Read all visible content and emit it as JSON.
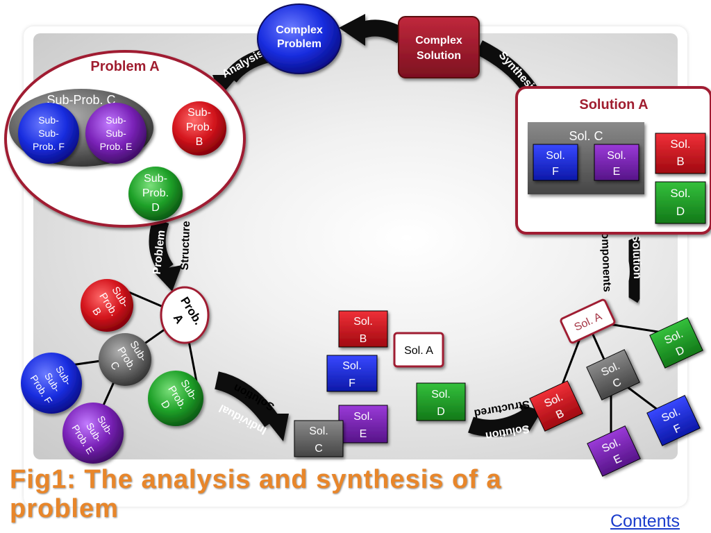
{
  "diagram": {
    "complex_problem": {
      "line1": "Complex",
      "line2": "Problem"
    },
    "complex_solution": {
      "line1": "Complex",
      "line2": "Solution"
    },
    "arrow_labels": {
      "analysis": "Analysis",
      "synthesis": "Synthesis",
      "problem": "Problem",
      "structure": "Structure",
      "solution_components_1": "Solution",
      "solution_components_2": "Components",
      "individual": "Individual",
      "individual_solution": "Solution",
      "structured": "Structured",
      "structured_solution": "Solution"
    },
    "problem_a_group": {
      "title": "Problem A",
      "sub_prob_c": "Sub-Prob. C",
      "sub_sub_prob_f": {
        "line1": "Sub-",
        "line2": "Sub-",
        "line3": "Prob. F"
      },
      "sub_sub_prob_e": {
        "line1": "Sub-",
        "line2": "Sub-",
        "line3": "Prob. E"
      },
      "sub_prob_b": {
        "line1": "Sub-",
        "line2": "Prob.",
        "line3": "B"
      },
      "sub_prob_d": {
        "line1": "Sub-",
        "line2": "Prob.",
        "line3": "D"
      }
    },
    "solution_a_group": {
      "title": "Solution A",
      "sol_c": "Sol. C",
      "sol_f": {
        "line1": "Sol.",
        "line2": "F"
      },
      "sol_e": {
        "line1": "Sol.",
        "line2": "E"
      },
      "sol_b": {
        "line1": "Sol.",
        "line2": "B"
      },
      "sol_d": {
        "line1": "Sol.",
        "line2": "D"
      }
    },
    "problem_tree": {
      "prob_a": {
        "line1": "Prob.",
        "line2": "A"
      },
      "sub_prob_b": {
        "line1": "Sub-",
        "line2": "Prob.",
        "line3": "B"
      },
      "sub_prob_c": {
        "line1": "Sub-",
        "line2": "Prob.",
        "line3": "C"
      },
      "sub_prob_d": {
        "line1": "Sub-",
        "line2": "Prob.",
        "line3": "D"
      },
      "sub_sub_prob_f": {
        "line1": "Sub-",
        "line2": "Sub-",
        "line3": "Prob. F"
      },
      "sub_sub_prob_e": {
        "line1": "Sub-",
        "line2": "Sub-",
        "line3": "Prob. E"
      }
    },
    "individual_solutions": {
      "sol_b": {
        "line1": "Sol.",
        "line2": "B"
      },
      "sol_a": "Sol. A",
      "sol_f": {
        "line1": "Sol.",
        "line2": "F"
      },
      "sol_d": {
        "line1": "Sol.",
        "line2": "D"
      },
      "sol_e": {
        "line1": "Sol.",
        "line2": "E"
      },
      "sol_c": {
        "line1": "Sol.",
        "line2": "C"
      }
    },
    "solution_tree": {
      "sol_a": "Sol. A",
      "sol_d": {
        "line1": "Sol.",
        "line2": "D"
      },
      "sol_c": {
        "line1": "Sol.",
        "line2": "C"
      },
      "sol_b": {
        "line1": "Sol.",
        "line2": "B"
      },
      "sol_f": {
        "line1": "Sol.",
        "line2": "F"
      },
      "sol_e": {
        "line1": "Sol.",
        "line2": "E"
      }
    }
  },
  "caption": "Fig1: The analysis and synthesis  of a problem",
  "link": {
    "contents": "Contents"
  },
  "colors": {
    "red": "#c8141c",
    "maroon": "#a01e30",
    "blue": "#1a2ee0",
    "purple": "#7a22b8",
    "green": "#1ea028",
    "gray": "#666666",
    "caption": "#e8862a",
    "link": "#1a3ccc"
  }
}
